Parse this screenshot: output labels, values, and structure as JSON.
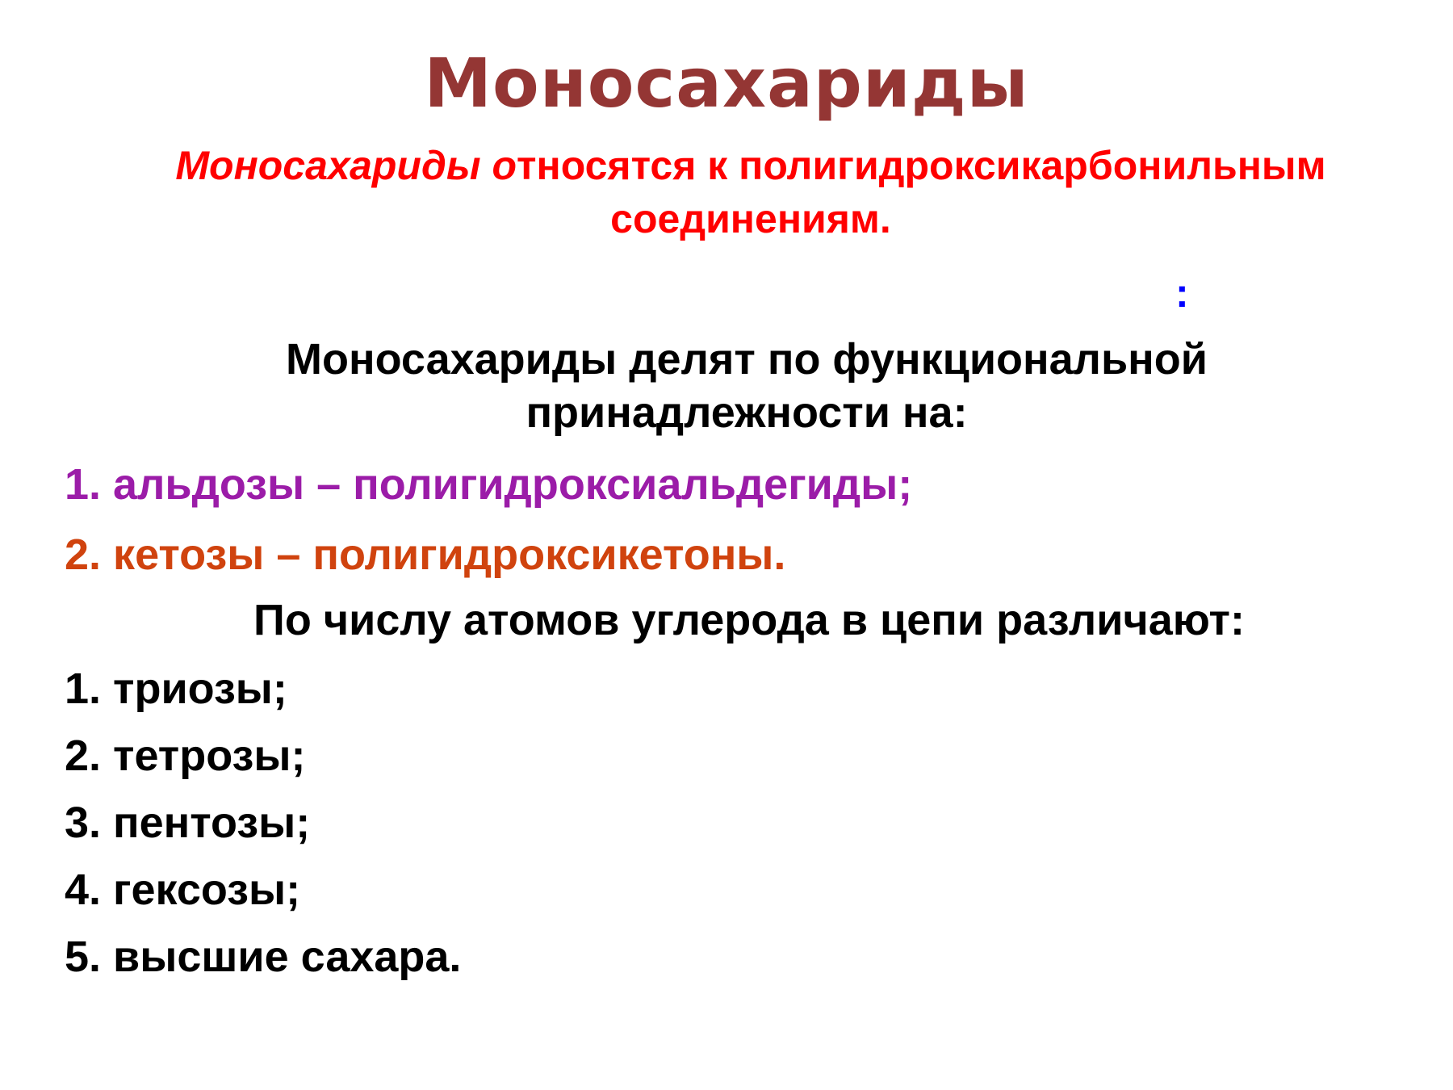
{
  "title": "Моносахариды",
  "intro": {
    "italic_term": "Моносахариды о",
    "line1_rest": "тносятся к полигидроксикарбонильным",
    "line2": "соединениям."
  },
  "colon_mark": ":",
  "functional": {
    "heading_line1": "Моносахариды делят по функциональной",
    "heading_line2": "принадлежности на:",
    "items": [
      "1. альдозы – полигидроксиальдегиды;",
      "2. кетозы – полигидроксикетоны."
    ]
  },
  "carbon": {
    "heading": "По числу атомов углерода в цепи различают:",
    "items": [
      "1. триозы;",
      "2. тетрозы;",
      "3. пентозы;",
      "4. гексозы;",
      "5. высшие сахара."
    ]
  },
  "colors": {
    "title": "#943634",
    "intro": "#ff0000",
    "colon": "#0000ff",
    "aldose": "#9b1ca8",
    "ketose": "#d0430e",
    "body": "#000000"
  }
}
